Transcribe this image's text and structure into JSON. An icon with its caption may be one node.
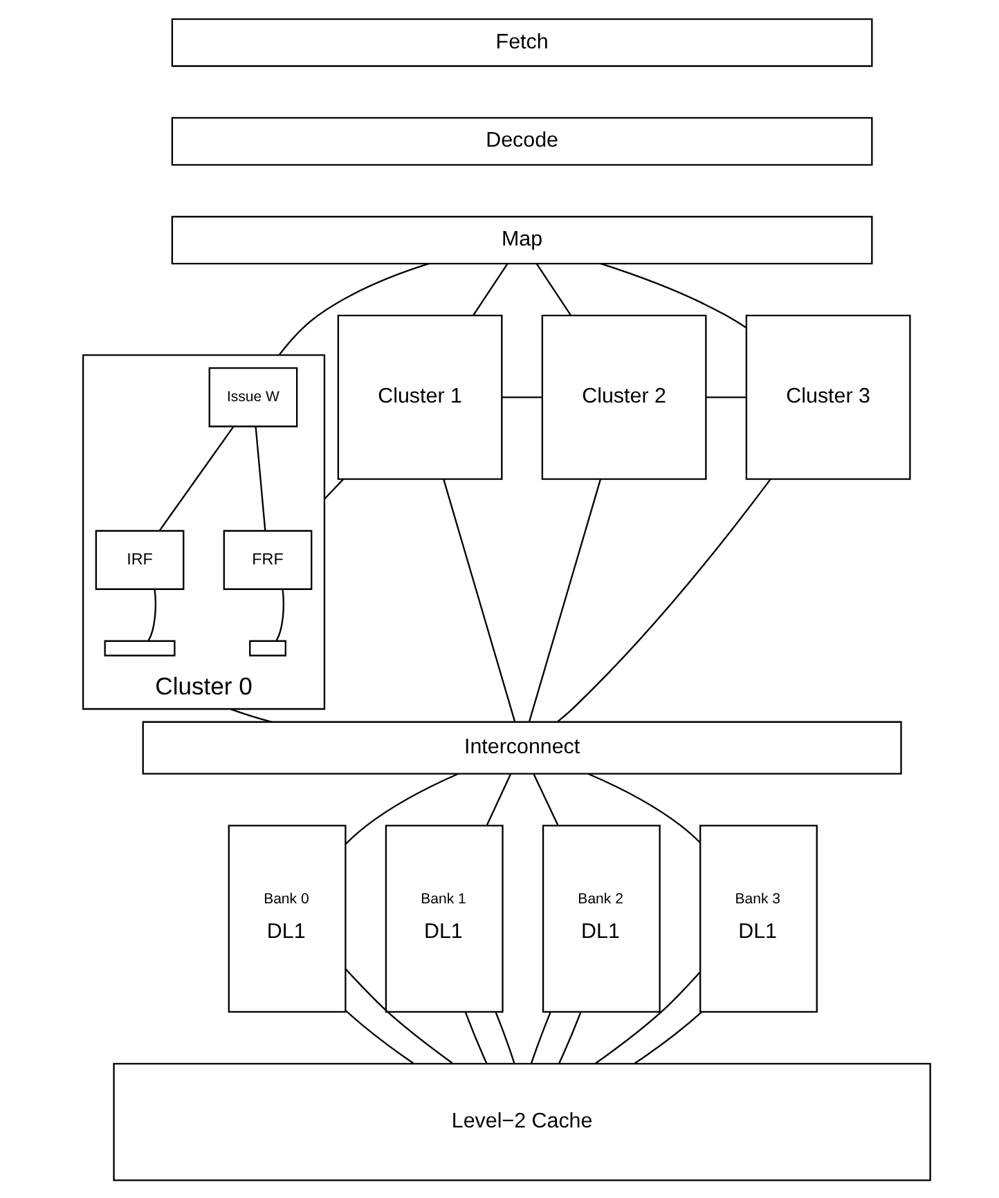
{
  "diagram": {
    "nodes": [
      {
        "text": [
          "Fetch"
        ]
      },
      {
        "text": [
          "Decode"
        ]
      },
      {
        "text": [
          "Map"
        ]
      },
      {
        "text": [
          "Cluster 0"
        ]
      },
      {
        "text": [
          "Issue W"
        ],
        "in": 3
      },
      {
        "text": [
          "IRF"
        ],
        "in": 3
      },
      {
        "text": [
          "FRF"
        ],
        "in": 3
      },
      {
        "text": [],
        "shape": "box",
        "in": 3
      },
      {
        "text": [],
        "shape": "box",
        "in": 3
      },
      {
        "text": [
          "Cluster 1"
        ]
      },
      {
        "text": [
          "Cluster 2"
        ]
      },
      {
        "text": [
          "Cluster 3"
        ]
      },
      {
        "text": [
          "Interconnect"
        ]
      },
      {
        "text": [
          "Bank 0",
          "DL1"
        ]
      },
      {
        "text": [
          "Bank 1",
          "DL1"
        ]
      },
      {
        "text": [
          "Bank 2",
          "DL1"
        ]
      },
      {
        "text": [
          "Bank 3",
          "DL1"
        ]
      },
      {
        "text": [
          "Level−2 Cache"
        ]
      }
    ],
    "edges": [
      {
        "from": 2,
        "to": 3,
        "arrow": "none"
      },
      {
        "from": 2,
        "to": 9,
        "arrow": "none"
      },
      {
        "from": 2,
        "to": 10,
        "arrow": "none"
      },
      {
        "from": 2,
        "to": 11,
        "arrow": "none"
      },
      {
        "from": 4,
        "to": 5,
        "arrow": "none"
      },
      {
        "from": 4,
        "to": 6,
        "arrow": "none"
      },
      {
        "from": 5,
        "to": 7,
        "arrow": "none"
      },
      {
        "from": 6,
        "to": 8,
        "arrow": "none"
      },
      {
        "from": 3,
        "to": 9,
        "arrow": "none"
      },
      {
        "from": 9,
        "to": 10,
        "arrow": "none"
      },
      {
        "from": 10,
        "to": 11,
        "arrow": "none"
      },
      {
        "from": 3,
        "to": 12,
        "arrow": "none"
      },
      {
        "from": 9,
        "to": 12,
        "arrow": "none"
      },
      {
        "from": 10,
        "to": 12,
        "arrow": "none"
      },
      {
        "from": 11,
        "to": 12,
        "arrow": "none"
      },
      {
        "from": 12,
        "to": 13,
        "arrow": "none"
      },
      {
        "from": 12,
        "to": 14,
        "arrow": "none"
      },
      {
        "from": 12,
        "to": 15,
        "arrow": "none"
      },
      {
        "from": 12,
        "to": 16,
        "arrow": "none"
      },
      {
        "from": 13,
        "to": 17,
        "arrow": "none"
      },
      {
        "from": 14,
        "to": 17,
        "arrow": "none"
      },
      {
        "from": 15,
        "to": 17,
        "arrow": "none"
      },
      {
        "from": 16,
        "to": 17,
        "arrow": "none"
      },
      {
        "from": 13,
        "to": 17,
        "arrow": "none"
      },
      {
        "from": 14,
        "to": 17,
        "arrow": "none"
      },
      {
        "from": 15,
        "to": 17,
        "arrow": "none"
      },
      {
        "from": 16,
        "to": 17,
        "arrow": "none"
      }
    ]
  }
}
